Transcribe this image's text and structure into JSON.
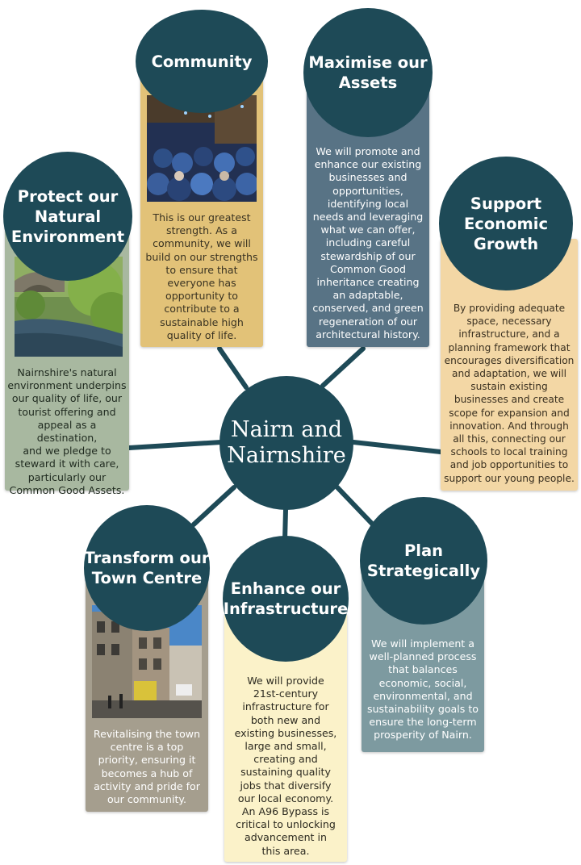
{
  "hub": {
    "line1": "Nairn and",
    "line2": "Nairnshire"
  },
  "colors": {
    "navy": "#1e4a57",
    "community_card": "#e2c278",
    "assets_card": "#587385",
    "growth_card": "#f3d7a5",
    "natural_card": "#a8b8a0",
    "town_card": "#a59e8e",
    "infrastructure_card": "#fbf2c9",
    "plan_card": "#7d9aa0"
  },
  "nodes": {
    "community": {
      "title": "Community",
      "lines": [
        "This is our greatest",
        "strength. As a",
        "community, we will",
        "build on our strengths",
        "to ensure that",
        "everyone has",
        "opportunity to",
        "contribute to a",
        "sustainable high",
        "quality of life."
      ]
    },
    "assets": {
      "title_lines": [
        "Maximise our",
        "Assets"
      ],
      "lines": [
        "We will promote and",
        "enhance our existing",
        "businesses and",
        "opportunities,",
        "identifying local",
        "needs and leveraging",
        "what we can offer,",
        "including careful",
        "stewardship of our",
        "Common Good",
        "inheritance creating",
        "an adaptable,",
        "conserved, and green",
        "regeneration of our",
        "architectural history."
      ]
    },
    "natural": {
      "title_lines": [
        "Protect our",
        "Natural",
        "Environment"
      ],
      "lines": [
        "Nairnshire's natural",
        "environment underpins",
        "our quality of life, our",
        "tourist offering and",
        "appeal as a destination,",
        "and we pledge to",
        "steward it with care,",
        "particularly our",
        "Common Good Assets."
      ]
    },
    "growth": {
      "title_lines": [
        "Support",
        "Economic",
        "Growth"
      ],
      "lines": [
        "By providing adequate",
        "space, necessary",
        "infrastructure, and a",
        "planning framework that",
        "encourages diversification",
        "and adaptation, we will",
        "sustain existing",
        "businesses and create",
        "scope for expansion and",
        "innovation. And through",
        "all this, connecting our",
        "schools to local training",
        "and job opportunities to",
        "support our young people."
      ]
    },
    "town": {
      "title_lines": [
        "Transform our",
        "Town Centre"
      ],
      "lines": [
        "Revitalising the town",
        "centre is a top",
        "priority, ensuring it",
        "becomes a hub of",
        "activity and pride for",
        "our community."
      ]
    },
    "infrastructure": {
      "title_lines": [
        "Enhance our",
        "Infrastructure"
      ],
      "lines": [
        "We will provide",
        "21st-century",
        "infrastructure for",
        "both new and",
        "existing businesses,",
        "large and small,",
        "creating and",
        "sustaining quality",
        "jobs that diversify",
        "our local economy.",
        "An A96 Bypass is",
        "critical to unlocking",
        "advancement in",
        "this area."
      ]
    },
    "plan": {
      "title_lines": [
        "Plan",
        "Strategically"
      ],
      "lines": [
        "We will implement a",
        "well-planned process",
        "that balances",
        "economic, social,",
        "environmental, and",
        "sustainability goals to",
        "ensure the long-term",
        "prosperity of Nairn."
      ]
    }
  }
}
